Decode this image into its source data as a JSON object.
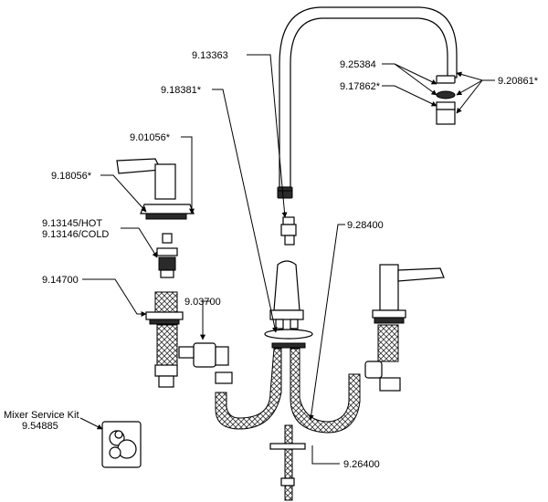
{
  "labels": {
    "spout_cartridge": "9.13363",
    "spout_tube": "9.18381*",
    "aerator_a": "9.25384",
    "aerator_b": "9.17862*",
    "aerator_set": "9.20861*",
    "handle_cap": "9.01056*",
    "handle": "9.18056*",
    "cartridge_hot": "9.13145/HOT",
    "cartridge_cold": "9.13146/COLD",
    "valve_body": "9.14700",
    "elbow": "9.03700",
    "hose": "9.28400",
    "mount_rod": "9.26400",
    "kit_title": "Mixer Service Kit",
    "kit_number": "9.54885"
  }
}
